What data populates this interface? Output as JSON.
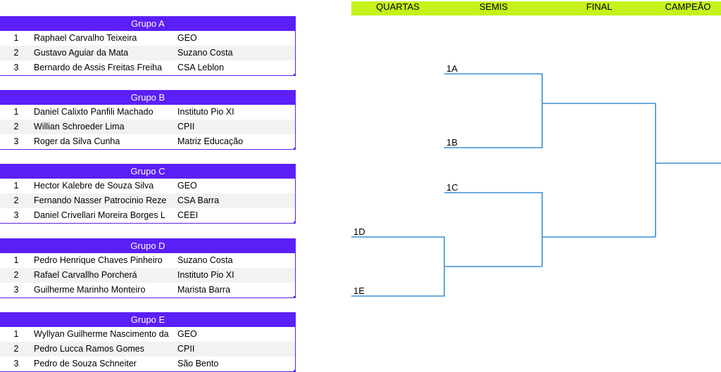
{
  "groups": [
    {
      "title": "Grupo A",
      "rows": [
        {
          "pos": "1",
          "name": "Raphael Carvalho Teixeira",
          "club": "GEO"
        },
        {
          "pos": "2",
          "name": "Gustavo Aguiar da Mata",
          "club": "Suzano Costa"
        },
        {
          "pos": "3",
          "name": "Bernardo de Assis Freitas Freiha",
          "club": "CSA Leblon"
        }
      ]
    },
    {
      "title": "Grupo B",
      "rows": [
        {
          "pos": "1",
          "name": "Daniel Calixto Panfili Machado",
          "club": "Instituto Pio XI"
        },
        {
          "pos": "2",
          "name": "Willian Schroeder Lima",
          "club": "CPII"
        },
        {
          "pos": "3",
          "name": "Roger da Silva Cunha",
          "club": "Matriz Educação"
        }
      ]
    },
    {
      "title": "Grupo C",
      "rows": [
        {
          "pos": "1",
          "name": "Hector Kalebre de Souza Silva",
          "club": "GEO"
        },
        {
          "pos": "2",
          "name": "Fernando Nasser Patrocinio Reze",
          "club": "CSA Barra"
        },
        {
          "pos": "3",
          "name": "Daniel Crivellari Moreira Borges L",
          "club": "CEEI"
        }
      ]
    },
    {
      "title": "Grupo D",
      "rows": [
        {
          "pos": "1",
          "name": "Pedro Henrique Chaves Pinheiro",
          "club": "Suzano Costa"
        },
        {
          "pos": "2",
          "name": "Rafael Carvallho Porcherá",
          "club": "Instituto Pio XI"
        },
        {
          "pos": "3",
          "name": "Guilherme Marinho Monteiro",
          "club": "Marista Barra"
        }
      ]
    },
    {
      "title": "Grupo E",
      "rows": [
        {
          "pos": "1",
          "name": "Wyllyan Guilherme Nascimento da",
          "club": "GEO"
        },
        {
          "pos": "2",
          "name": "Pedro Lucca Ramos Gomes",
          "club": "CPII"
        },
        {
          "pos": "3",
          "name": "Pedro de Souza Schneiter",
          "club": "São Bento"
        }
      ]
    }
  ],
  "stages": [
    "QUARTAS",
    "SEMIS",
    "FINAL",
    "CAMPEÃO"
  ],
  "seeds": [
    "1A",
    "1B",
    "1C",
    "1D",
    "1E"
  ],
  "colors": {
    "group_header": "#5b1ff7",
    "stage_bar": "#c5f21b",
    "bracket_line": "#3a8fd0"
  }
}
